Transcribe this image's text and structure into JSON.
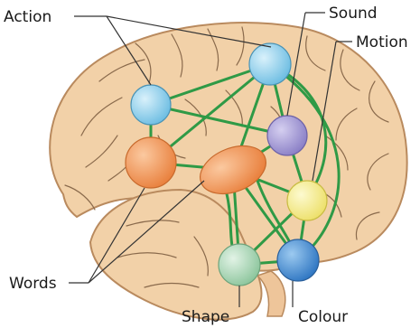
{
  "labels": {
    "action": "Action",
    "sound": "Sound",
    "motion": "Motion",
    "words": "Words",
    "shape": "Shape",
    "colour": "Colour"
  },
  "colors": {
    "brain_fill": "#f2d1a8",
    "brain_outline": "#b98a5e",
    "sulci": "#8a6a4c",
    "network_edges": "#2f9a46",
    "action_node": "#7cc6e6",
    "sound_node": "#7cc6e6",
    "motion_node": "#9a8fd0",
    "words_node_round": "#ee8f52",
    "words_node_oval": "#ee8f52",
    "colour_node": "#3f86d0",
    "shape_node": "#9fd0ac",
    "yellow_node": "#f4ec82"
  }
}
